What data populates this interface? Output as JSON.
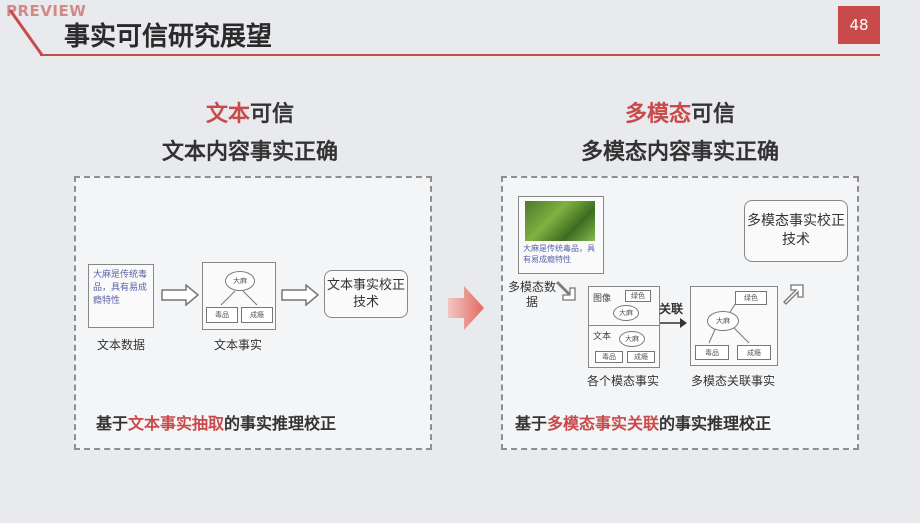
{
  "watermark": "PREVIEW",
  "title": "事实可信研究展望",
  "page_number": "48",
  "left": {
    "heading_a": "文本",
    "heading_b": "可信",
    "subheading": "文本内容事实正确",
    "doc_text": "大麻是传统毒品，具有易成瘾特性",
    "doc_label": "文本数据",
    "fact_center": "大麻",
    "fact_left": "毒品",
    "fact_right": "成瘾",
    "fact_label": "文本事实",
    "tech_box": "文本事实校正技术",
    "bottom_a": "基于",
    "bottom_b": "文本事实抽取",
    "bottom_c": "的事实推理校正"
  },
  "right": {
    "heading_a": "多模态",
    "heading_b": "可信",
    "subheading": "多模态内容事实正确",
    "doc_text": "大麻是传统毒品，具有易成瘾特性",
    "data_label": "多模态数据",
    "image_tag": "图像",
    "text_tag": "文本",
    "tag_green": "绿色",
    "tag_dama": "大麻",
    "tag_dupin": "毒品",
    "tag_chengyin": "成瘾",
    "link_label": "关联",
    "each_label": "各个模态事实",
    "assoc_label": "多模态关联事实",
    "tech_box": "多模态事实校正技术",
    "bottom_a": "基于",
    "bottom_b": "多模态事实关联",
    "bottom_c": "的事实推理校正"
  },
  "colors": {
    "accent": "#c84a4a",
    "text": "#333333",
    "handwriting": "#5a63a8"
  }
}
